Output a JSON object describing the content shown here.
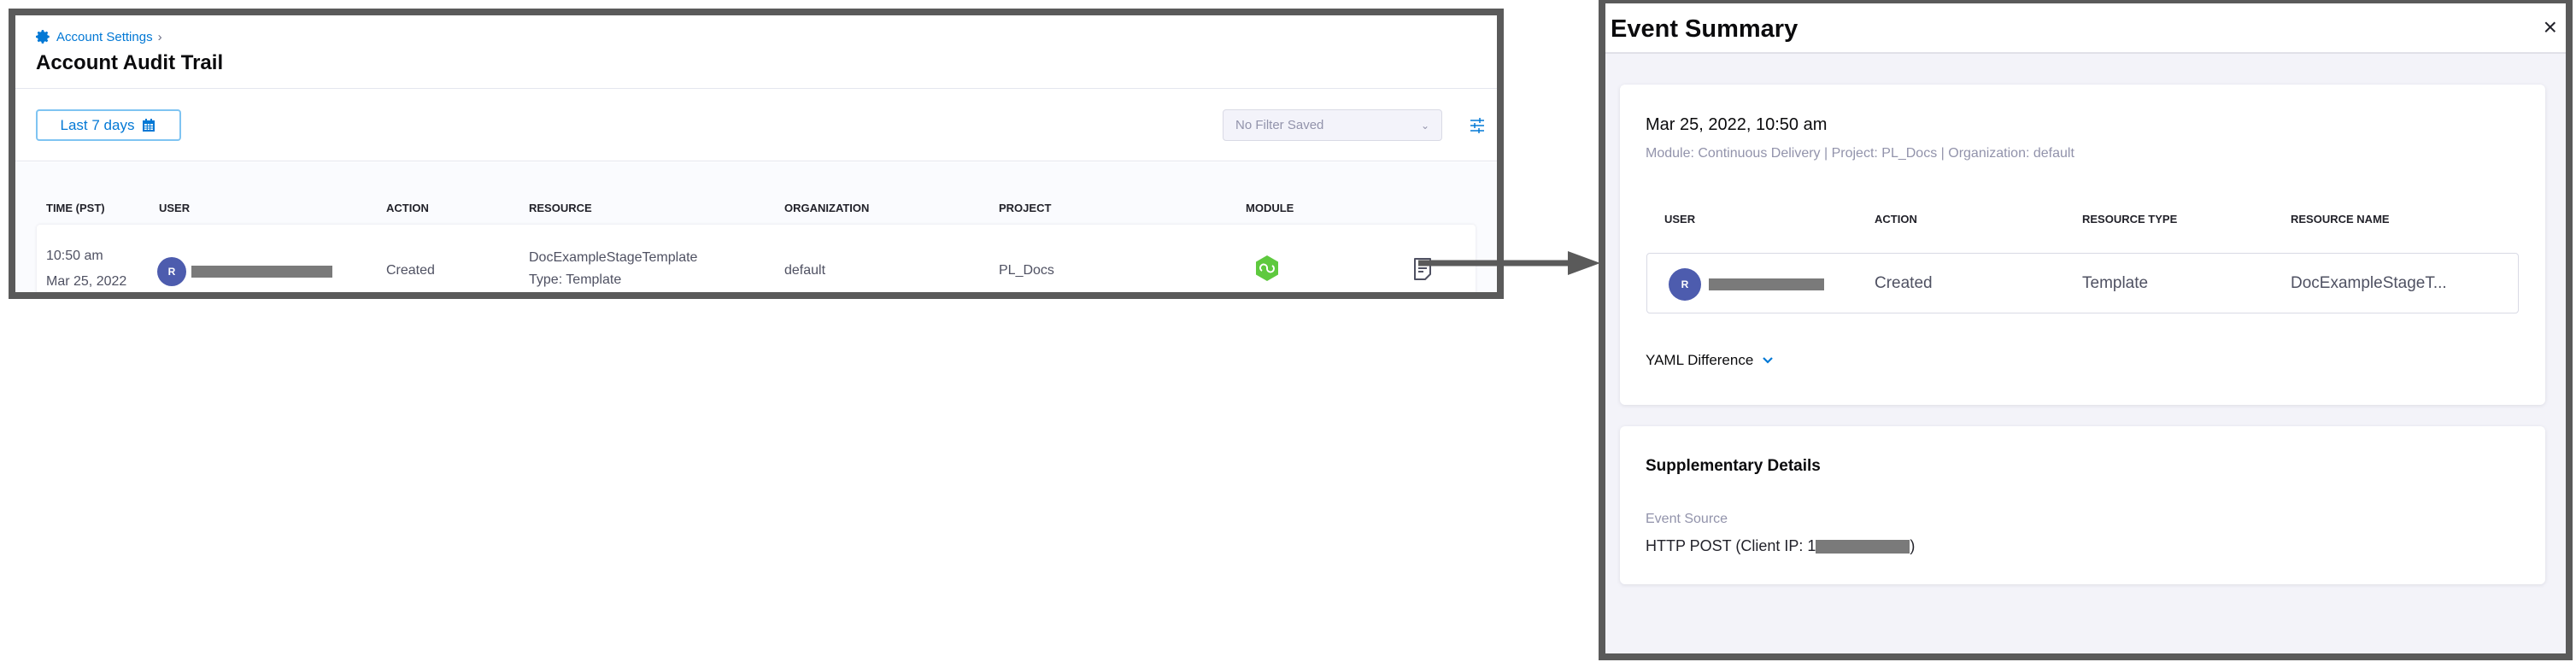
{
  "audit": {
    "breadcrumb": "Account Settings",
    "breadcrumb_sep": "›",
    "title": "Account Audit Trail",
    "date_filter": "Last 7 days",
    "saved_filter": {
      "value": "No Filter Saved"
    },
    "columns": [
      "TIME (PST)",
      "USER",
      "ACTION",
      "RESOURCE",
      "ORGANIZATION",
      "PROJECT",
      "MODULE"
    ],
    "rows": [
      {
        "time": "10:50 am",
        "date": "Mar 25, 2022",
        "user_initial": "R",
        "action": "Created",
        "resource": "DocExampleStageTemplate",
        "resource_type": "Type: Template",
        "organization": "default",
        "project": "PL_Docs",
        "module_icon": "continuous-delivery-icon"
      }
    ]
  },
  "colors": {
    "accent": "#0278d5",
    "avatar": "#4d5cae",
    "module": "#5ec93e",
    "frame": "#5a5a5a"
  },
  "summary": {
    "title": "Event Summary",
    "close": "×",
    "datetime": "Mar 25, 2022, 10:50 am",
    "meta": "Module: Continuous Delivery | Project: PL_Docs | Organization: default",
    "columns": [
      "USER",
      "ACTION",
      "RESOURCE TYPE",
      "RESOURCE NAME"
    ],
    "row": {
      "user_initial": "R",
      "action": "Created",
      "resource_type": "Template",
      "resource_name": "DocExampleStageT..."
    },
    "yaml_label": "YAML Difference",
    "supp_title": "Supplementary Details",
    "event_source_label": "Event Source",
    "event_source_prefix": "HTTP POST (Client IP: 1",
    "event_source_suffix": ")"
  }
}
